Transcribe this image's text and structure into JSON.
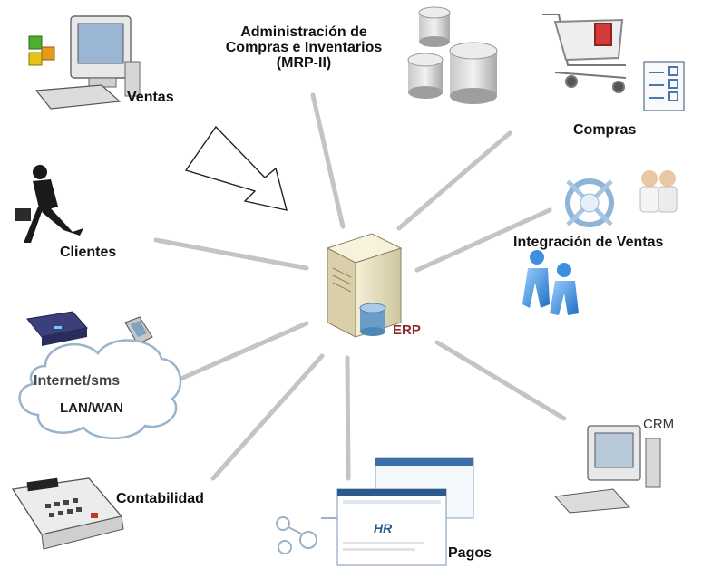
{
  "center": {
    "label": "ERP"
  },
  "nodes": {
    "ventas": "Ventas",
    "admin": [
      "Administración de",
      "Compras e Inventarios",
      "(MRP-II)"
    ],
    "compras": "Compras",
    "clientes": "Clientes",
    "integracion": "Integración de Ventas",
    "internet": "Internet/sms",
    "lanwan": "LAN/WAN",
    "crm": "CRM",
    "contabilidad": "Contabilidad",
    "pagos": "Pagos",
    "hr_logo": "HR"
  },
  "colors": {
    "connector": "#c4c4c4",
    "erp": "#8b2a2a"
  }
}
